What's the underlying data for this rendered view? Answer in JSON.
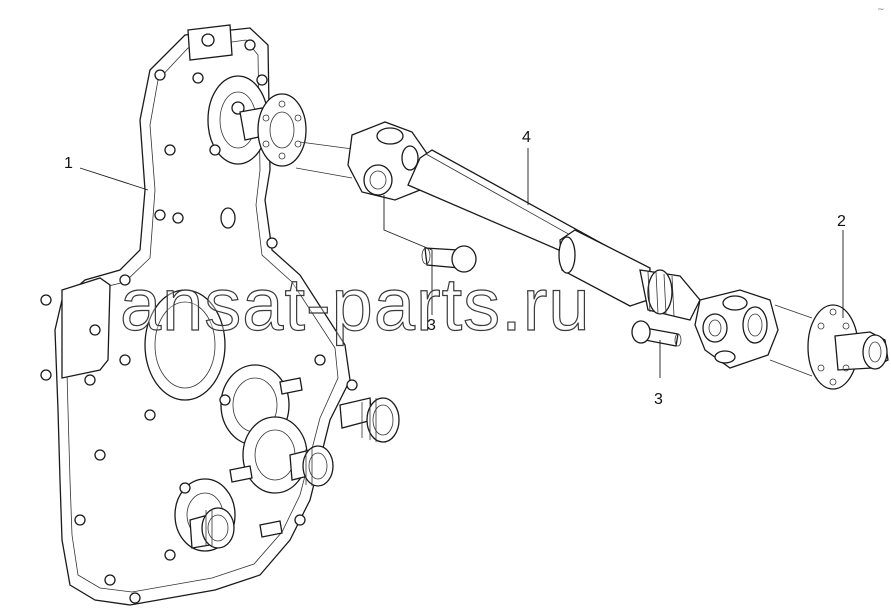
{
  "diagram": {
    "part_labels": [
      "1",
      "2",
      "3",
      "3",
      "4"
    ],
    "watermark": "ansat-parts.ru",
    "corner_mark": "~"
  }
}
